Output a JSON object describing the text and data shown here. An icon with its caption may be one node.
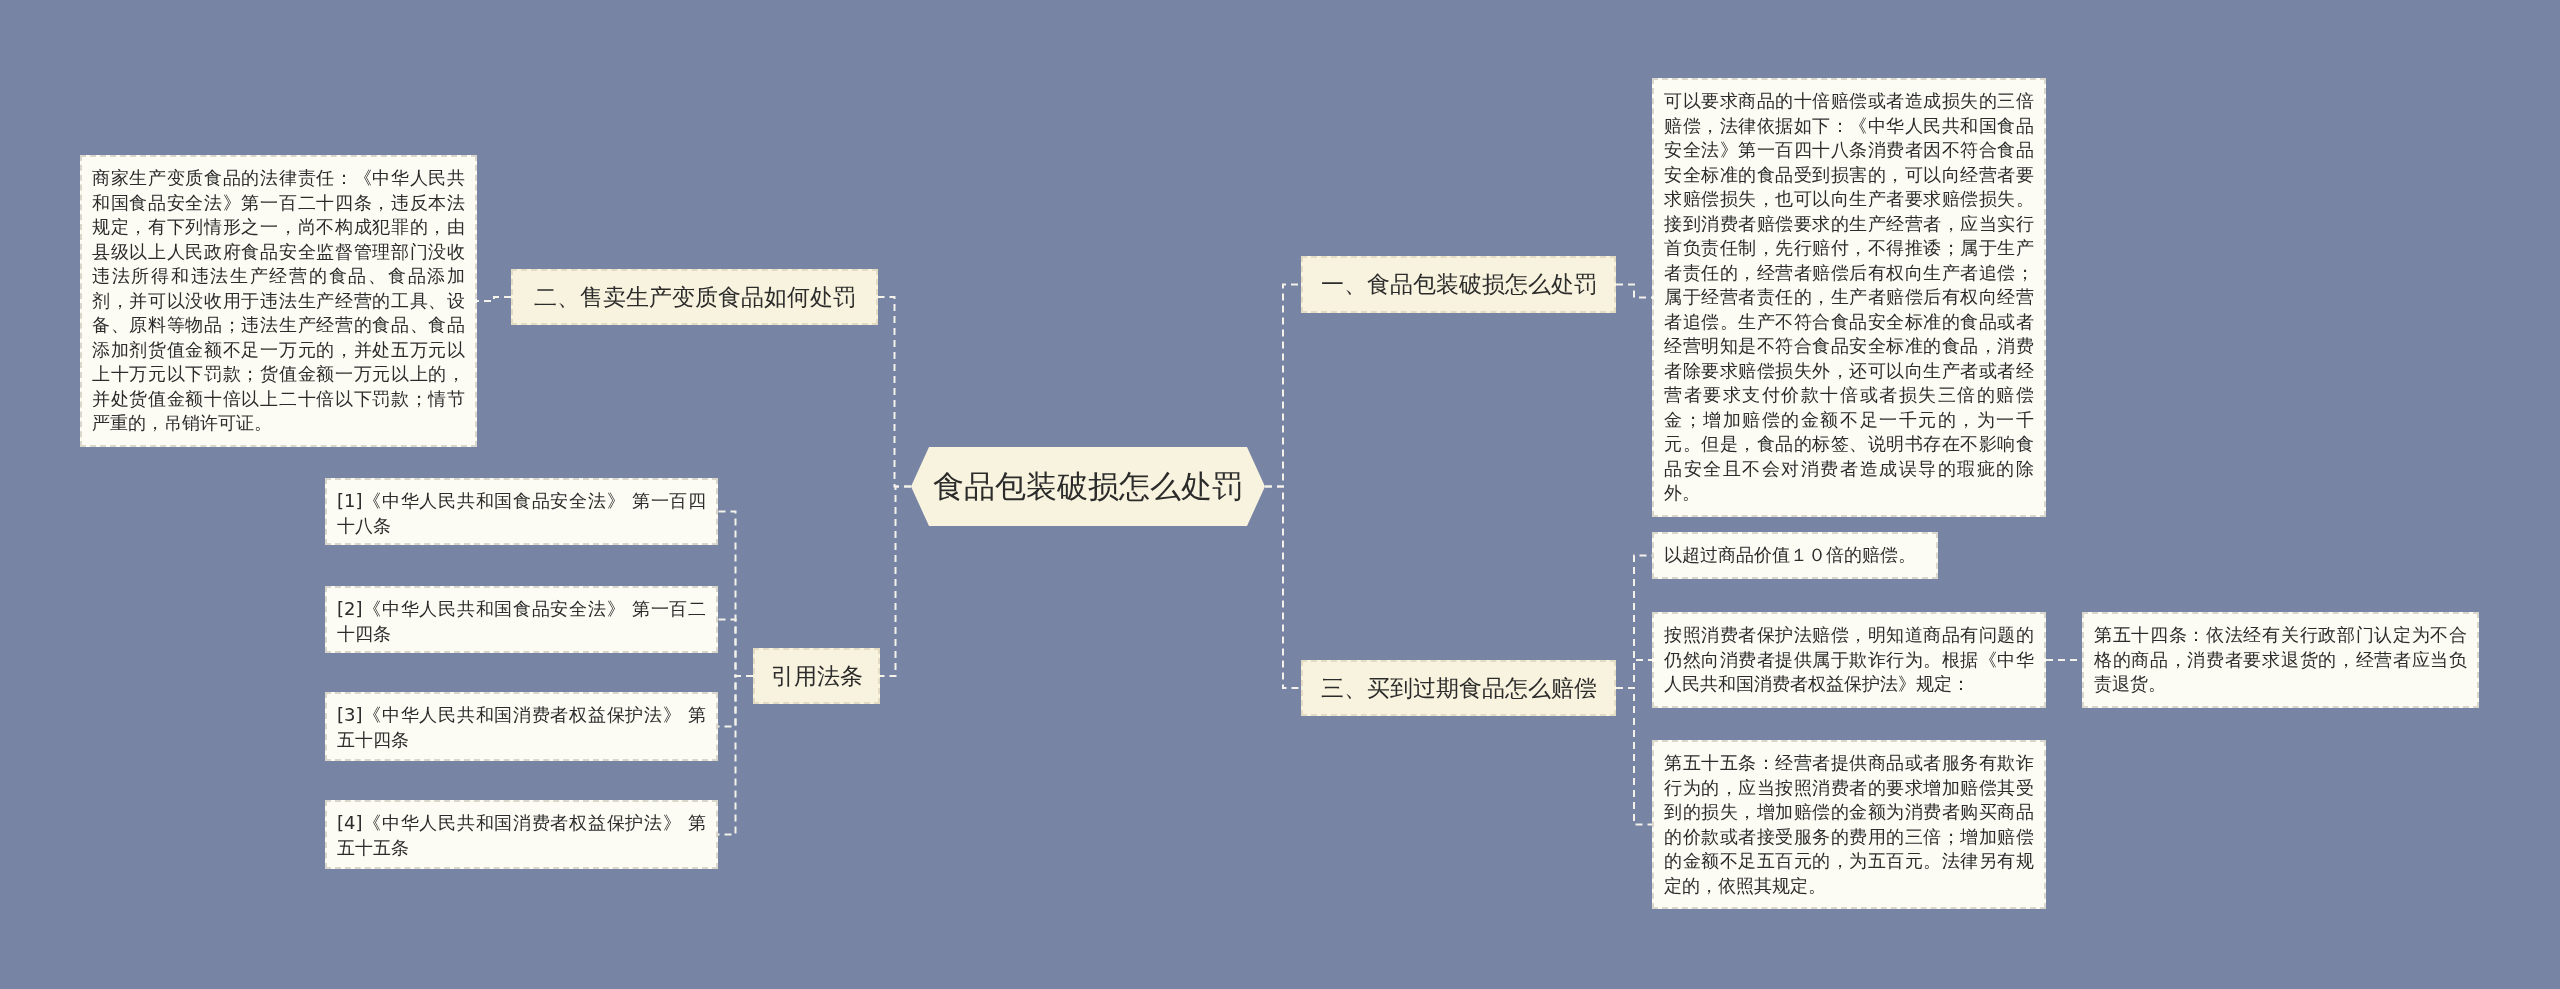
{
  "diagram": {
    "nodes": [
      {
        "text": [
          "食品包装破损怎么处罚"
        ]
      },
      {
        "text": [
          "一、食品包装破损怎么处罚"
        ]
      },
      {
        "text": [
          "可以要求商品的十倍赔偿或者造成损失的三倍赔偿，法律依据如下：《中华人民共和国食品安全法》第一百四十八条消费者因不符合食品安全标准的食品受到损害的，可以向经营者要求赔偿损失，也可以向生产者要求赔偿损失。接到消费者赔偿要求的生产经营者，应当实行首负责任制，先行赔付，不得推诿；属于生产者责任的，经营者赔偿后有权向生产者追偿；属于经营者责任的，生产者赔偿后有权向经营者追偿。生产不符合食品安全标准的食品或者经营明知是不符合食品安全标准的食品，消费者除要求赔偿损失外，还可以向生产者或者经营者要求支付价款十倍或者损失三倍的赔偿金；增加赔偿的金额不足一千元的，为一千元。但是，食品的标签、说明书存在不影响食品安全且不会对消费者造成误导的瑕疵的除外。"
        ]
      },
      {
        "text": [
          "三、买到过期食品怎么赔偿"
        ]
      },
      {
        "text": [
          "以超过商品价值１０倍的赔偿。"
        ]
      },
      {
        "text": [
          "按照消费者保护法赔偿，明知道商品有问题的仍然向消费者提供属于欺诈行为。根据《中华人民共和国消费者权益保护法》规定："
        ]
      },
      {
        "text": [
          "第五十四条：依法经有关行政部门认定为不合格的商品，消费者要求退货的，经营者应当负责退货。"
        ]
      },
      {
        "text": [
          "第五十五条：经营者提供商品或者服务有欺诈行为的，应当按照消费者的要求增加赔偿其受到的损失，增加赔偿的金额为消费者购买商品的价款或者接受服务的费用的三倍；增加赔偿的金额不足五百元的，为五百元。法律另有规定的，依照其规定。"
        ]
      },
      {
        "text": [
          "二、售卖生产变质食品如何处罚"
        ]
      },
      {
        "text": [
          "商家生产变质食品的法律责任：《中华人民共和国食品安全法》第一百二十四条，违反本法规定，有下列情形之一，尚不构成犯罪的，由县级以上人民政府食品安全监督管理部门没收违法所得和违法生产经营的食品、食品添加剂，并可以没收用于违法生产经营的工具、设备、原料等物品；违法生产经营的食品、食品添加剂货值金额不足一万元的，并处五万元以上十万元以下罚款；货值金额一万元以上的，并处货值金额十倍以上二十倍以下罚款；情节严重的，吊销许可证。"
        ]
      },
      {
        "text": [
          "引用法条"
        ]
      },
      {
        "text": [
          "[1]《中华人民共和国食品安全法》 第一百四十八条"
        ]
      },
      {
        "text": [
          "[2]《中华人民共和国食品安全法》 第一百二十四条"
        ]
      },
      {
        "text": [
          "[3]《中华人民共和国消费者权益保护法》 第五十四条"
        ]
      },
      {
        "text": [
          "[4]《中华人民共和国消费者权益保护法》 第五十五条"
        ]
      }
    ],
    "edges": [
      {
        "from": 0,
        "to": 1,
        "arrow": "none"
      },
      {
        "from": 1,
        "to": 2,
        "arrow": "none"
      },
      {
        "from": 0,
        "to": 3,
        "arrow": "none"
      },
      {
        "from": 3,
        "to": 4,
        "arrow": "none"
      },
      {
        "from": 3,
        "to": 5,
        "arrow": "none"
      },
      {
        "from": 5,
        "to": 6,
        "arrow": "none"
      },
      {
        "from": 3,
        "to": 7,
        "arrow": "none"
      },
      {
        "from": 0,
        "to": 8,
        "arrow": "none"
      },
      {
        "from": 8,
        "to": 9,
        "arrow": "none"
      },
      {
        "from": 0,
        "to": 10,
        "arrow": "none"
      },
      {
        "from": 10,
        "to": 11,
        "arrow": "none"
      },
      {
        "from": 10,
        "to": 12,
        "arrow": "none"
      },
      {
        "from": 10,
        "to": 13,
        "arrow": "none"
      },
      {
        "from": 10,
        "to": 14,
        "arrow": "none"
      }
    ]
  }
}
